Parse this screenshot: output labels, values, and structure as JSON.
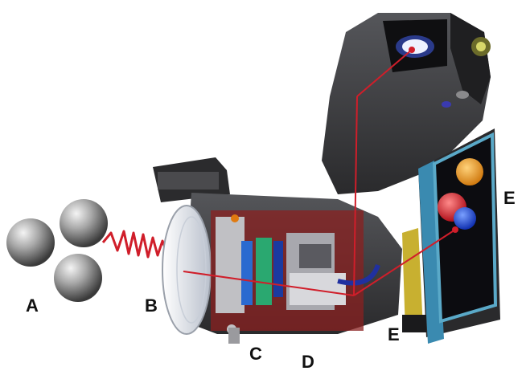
{
  "labels": {
    "a": "A",
    "b": "B",
    "c": "C",
    "d": "D",
    "e_top": "E",
    "e_bottom": "E"
  },
  "colors": {
    "ray": "#d01e2a",
    "camera_body": "#3a3a3c",
    "camera_dark": "#1f1f21",
    "lens_glass": "#e4e8ef",
    "screen_frame": "#5aa9c8",
    "screen": "#0c0c10",
    "dot_red": "#d8202c",
    "dot_orange": "#f0a020",
    "dot_blue": "#1e4fd8",
    "sphere": "#9a9a9a"
  },
  "icons": [
    "sphere-object-icon",
    "infrared-wave-icon",
    "camera-cutaway-icon",
    "viewfinder-icon",
    "lcd-screen-icon"
  ]
}
